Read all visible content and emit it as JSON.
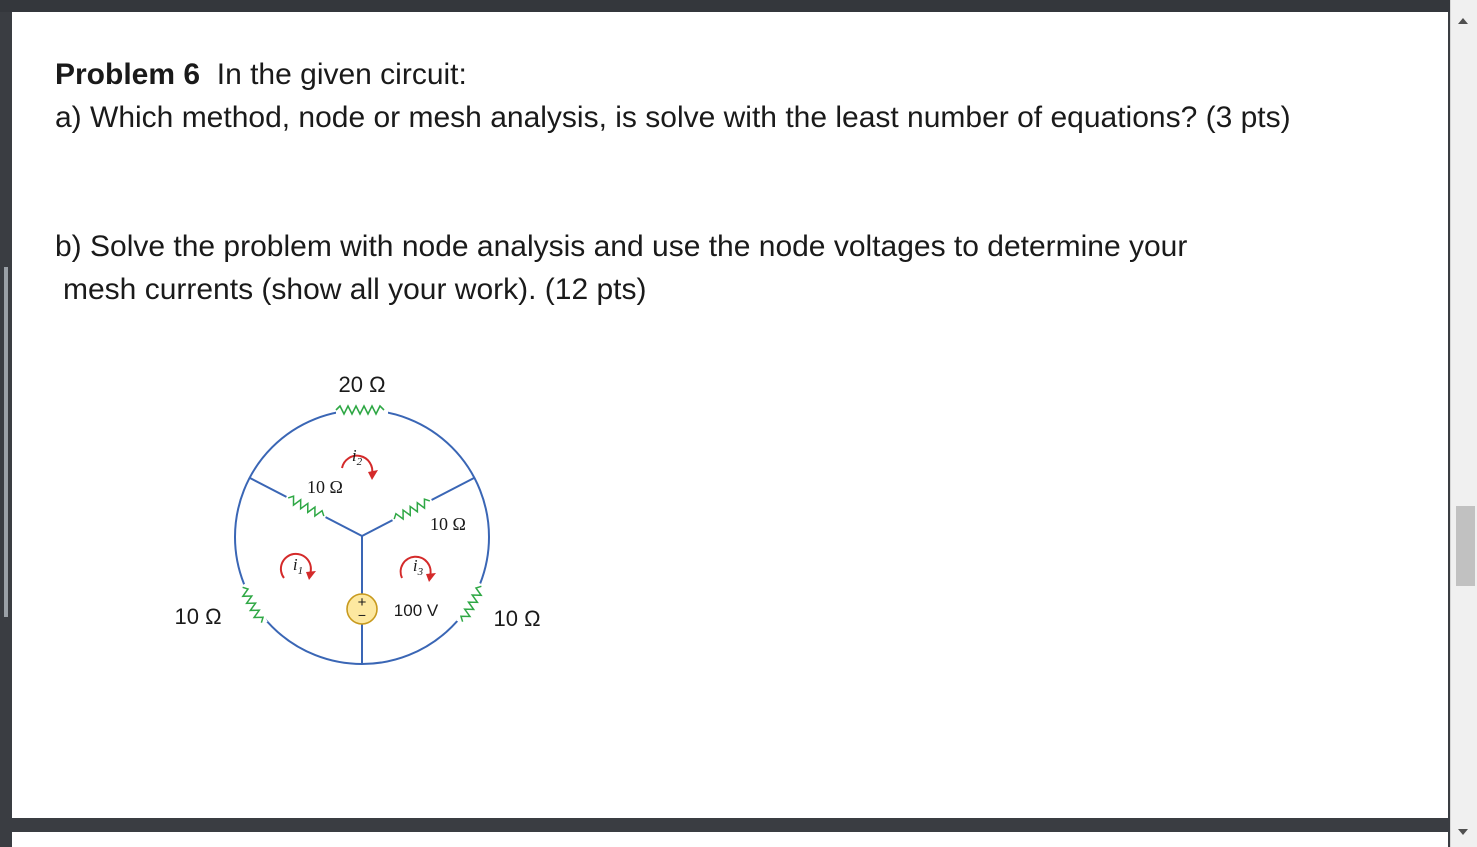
{
  "problem": {
    "heading": "Problem 6",
    "intro": "In the given circuit:",
    "part_a": "a) Which method, node or mesh analysis,  is solve with the least number of equations? (3 pts)",
    "part_b_line1": "b) Solve the problem with node analysis and use the node voltages to determine your",
    "part_b_line2": "mesh currents (show all your work). (12 pts)"
  },
  "circuit": {
    "r_top": "20 Ω",
    "r_left_inner": "10 Ω",
    "r_right_inner": "10 Ω",
    "r_left_outer": "10 Ω",
    "r_right_outer": "10 Ω",
    "mesh_1": "i",
    "mesh_1_sub": "1",
    "mesh_2": "i",
    "mesh_2_sub": "2",
    "mesh_3": "i",
    "mesh_3_sub": "3",
    "source_plus": "+",
    "source_minus": "−",
    "source_value": "100 V",
    "colors": {
      "wire": "#3a66b5",
      "resistor": "#2fa845",
      "arrow": "#d42a2a",
      "source_fill": "#fde8a0"
    }
  }
}
